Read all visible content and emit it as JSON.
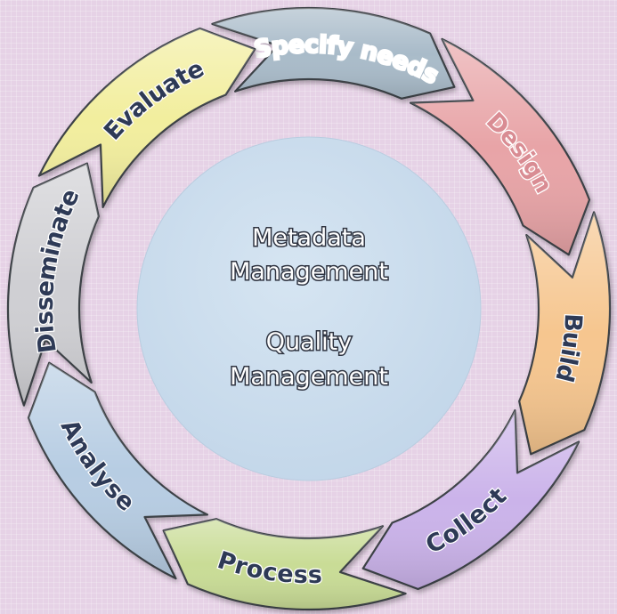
{
  "cycle": {
    "segments": [
      {
        "label": "Specify needs",
        "fill": "#a9bbc9",
        "text_color": "#ffffff",
        "text_stroke": "#2e3a46"
      },
      {
        "label": "Design",
        "fill": "#e8a4a7",
        "text_color": "#d98c93",
        "text_stroke": "#5c4a4c"
      },
      {
        "label": "Build",
        "fill": "#f6c68f",
        "text_color": "#2e3a56",
        "text_stroke": "#ffffff"
      },
      {
        "label": "Collect",
        "fill": "#cbb3ea",
        "text_color": "#2e3a56",
        "text_stroke": "#ffffff"
      },
      {
        "label": "Process",
        "fill": "#c9dc96",
        "text_color": "#2e3a56",
        "text_stroke": "#ffffff"
      },
      {
        "label": "Analyse",
        "fill": "#b7cde3",
        "text_color": "#2e3a56",
        "text_stroke": "#ffffff"
      },
      {
        "label": "Disseminate",
        "fill": "#cfcfd3",
        "text_color": "#2e3a56",
        "text_stroke": "#ffffff"
      },
      {
        "label": "Evaluate",
        "fill": "#f2ee9e",
        "text_color": "#2e3a56",
        "text_stroke": "#ffffff"
      }
    ]
  },
  "hub": {
    "fill": "#c9dcec",
    "lines": [
      "Metadata",
      "Management",
      "Quality",
      "Management"
    ]
  }
}
